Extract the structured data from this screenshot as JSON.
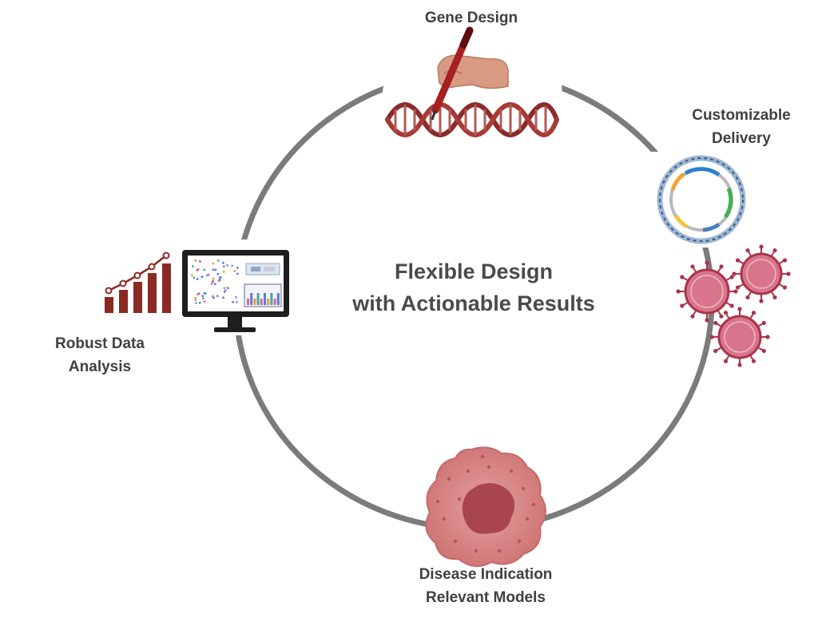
{
  "diagram": {
    "center_text": {
      "line1": "Flexible Design",
      "line2": "with Actionable Results"
    },
    "stages": [
      {
        "id": "gene-design",
        "lines": [
          "Gene Design"
        ],
        "icon": "hand-writing-dna-icon"
      },
      {
        "id": "customizable-delivery",
        "lines": [
          "Customizable",
          "Delivery"
        ],
        "icon": "plasmid-and-virus-icon"
      },
      {
        "id": "disease-models",
        "lines": [
          "Disease Indication",
          "Relevant Models"
        ],
        "icon": "cell-icon"
      },
      {
        "id": "data-analysis",
        "lines": [
          "Robust Data",
          "Analysis"
        ],
        "icon": "monitor-bar-chart-icon"
      }
    ],
    "colors": {
      "ring": "#7b7b7b",
      "dna": "#8a2a2a",
      "hand": "#d99a84",
      "virus": "#d9758a",
      "cell": "#d27a7a",
      "nucleus": "#a8454d",
      "bars": "#8a2a22",
      "text": "#404040"
    }
  }
}
